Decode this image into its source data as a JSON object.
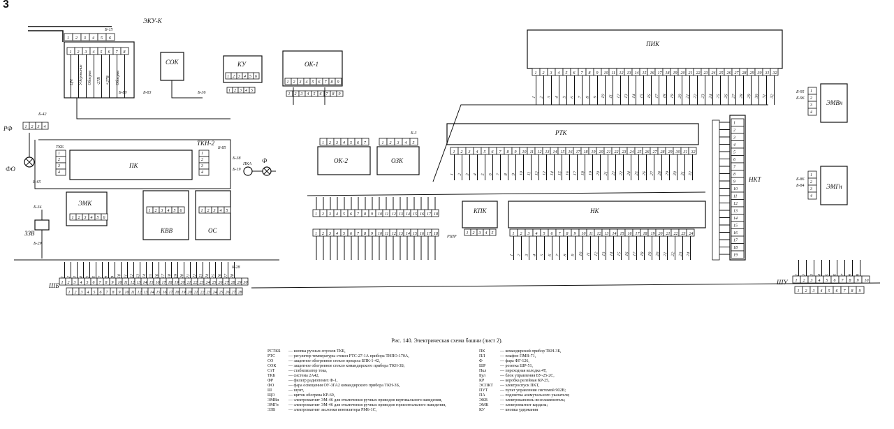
{
  "page_number": "3",
  "caption": "Рис. 140. Электрическая схема башни (лист 2).",
  "blocks": {
    "pik": "ПИК",
    "rtk": "РТК",
    "nk": "НК",
    "kpk": "КПК",
    "nkt": "НКТ",
    "pk": "ПК",
    "tkn2": "ТКН-2",
    "tkb": "ТКБ",
    "sok": "СОК",
    "ku": "КУ",
    "ok1": "ОК-1",
    "ok2": "ОК-2",
    "ozk": "ОЗК",
    "ekuk": "ЭКУ-К",
    "emk": "ЭМК",
    "kvv": "КВВ",
    "os": "ОС",
    "shb": "ШБ",
    "shu": "ШУ",
    "emvn": "ЭМВн",
    "emgn": "ЭМГн",
    "rf": "РФ",
    "fo": "ФО",
    "f": "Ф",
    "pka": "ПКА",
    "zzv": "ЗЗВ",
    "rshr": "РШР"
  },
  "wire_labels": [
    "Б-15",
    "Б-42",
    "Б-65",
    "Б-80",
    "Б-83",
    "Б-36",
    "Б-85",
    "Б-38",
    "Б-19",
    "Б-3",
    "Б-34",
    "Б-29",
    "Б-28",
    "Б-95",
    "Б-96",
    "Б-86",
    "Б-84"
  ],
  "eku_labels": [
    "ЦЧ",
    "Удержание",
    "Обогрев",
    "-27В",
    "+27В",
    "Обогрев"
  ],
  "legend_left": [
    {
      "abbr": "РСТКБ",
      "desc": "— кнопка ручных спусков ТКБ,"
    },
    {
      "abbr": "РТС",
      "desc": "— регулятор температуры стекол РТС-27-1А прибора ТНПО-170А,"
    },
    {
      "abbr": "СО",
      "desc": "— защитное обогревное стекло прицела БПК-1-42,"
    },
    {
      "abbr": "СОК",
      "desc": "— защитное обогревное стекло командирского прибора ТКН-3Б;"
    },
    {
      "abbr": "СтТ",
      "desc": "— стабилизатор тока,"
    },
    {
      "abbr": "ТКБ",
      "desc": "— система 2А42,"
    },
    {
      "abbr": "ФР",
      "desc": "— фильтр радиопомех Ф-1,"
    },
    {
      "abbr": "ФО",
      "desc": "— фара освещения ОУ-3ГА2 командирского прибора ТКН-3Б,"
    },
    {
      "abbr": "Ш",
      "desc": "— шунт,"
    },
    {
      "abbr": "ЩО",
      "desc": "— щиток обогрева КР-60,"
    },
    {
      "abbr": "ЭМВн",
      "desc": "— электромагнит ЭМ-46 для отключения ручных приводов вертикального наведения,"
    },
    {
      "abbr": "ЭМГн",
      "desc": "— электромагнит ЭМ-46 для отключения ручных приводов горизонтального наведения,"
    },
    {
      "abbr": "ЭЗВ",
      "desc": "— электромагнит заслонки вентилятора РМ6-1С,"
    }
  ],
  "legend_right": [
    {
      "abbr": "ПК",
      "desc": "— командирский прибор ТКН-3Б,"
    },
    {
      "abbr": "ПЛ",
      "desc": "— плафон ПМВ-71,"
    },
    {
      "abbr": "Ф",
      "desc": "— фара ФГ-126,"
    },
    {
      "abbr": "ШР",
      "desc": "— розетка ШР-51,"
    },
    {
      "abbr": "Пкл",
      "desc": "— переходная колодка 4Т,"
    },
    {
      "abbr": "Бул",
      "desc": "— блок управления БУ-25-2С,"
    },
    {
      "abbr": "КР",
      "desc": "— коробка релейная КР-25,"
    },
    {
      "abbr": "ЭСПКТ",
      "desc": "— электроспуск ПКТ,"
    },
    {
      "abbr": "ПУТ",
      "desc": "— пульт управления системой 902В;"
    },
    {
      "abbr": "ПА",
      "desc": "— подсветка азимутального указателя;"
    },
    {
      "abbr": "ЭКВ",
      "desc": "— электрокапсюль-воспламенитель;"
    },
    {
      "abbr": "ЭМК",
      "desc": "— электромагнит кардана;"
    },
    {
      "abbr": "КУ",
      "desc": "— кнопка удержания"
    }
  ]
}
